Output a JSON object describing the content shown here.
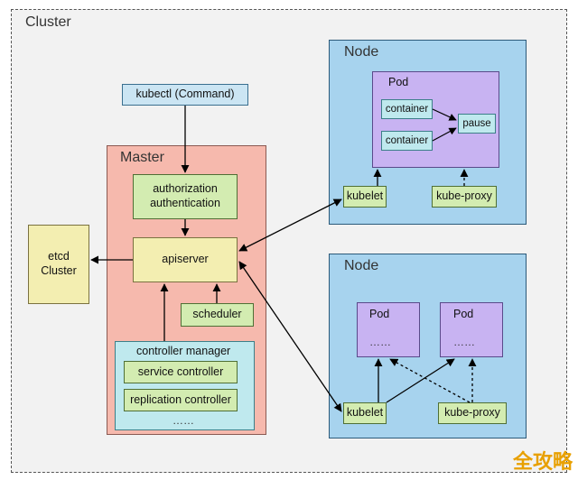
{
  "cluster": {
    "title": "Cluster"
  },
  "kubectl": {
    "label": "kubectl (Command)"
  },
  "master": {
    "title": "Master",
    "auth_line1": "authorization",
    "auth_line2": "authentication",
    "apiserver": "apiserver",
    "scheduler": "scheduler",
    "controller_manager": {
      "title": "controller manager",
      "items": [
        "service controller",
        "replication controller"
      ],
      "ellipsis": "……"
    }
  },
  "etcd": {
    "line1": "etcd",
    "line2": "Cluster"
  },
  "node_top": {
    "title": "Node",
    "pod": {
      "title": "Pod",
      "containers": [
        "container",
        "container"
      ],
      "pause": "pause"
    },
    "kubelet": "kubelet",
    "kube_proxy": "kube-proxy"
  },
  "node_bottom": {
    "title": "Node",
    "pods": [
      {
        "title": "Pod",
        "content": "……"
      },
      {
        "title": "Pod",
        "content": "……"
      }
    ],
    "kubelet": "kubelet",
    "kube_proxy": "kube-proxy"
  },
  "watermark": "全攻略"
}
